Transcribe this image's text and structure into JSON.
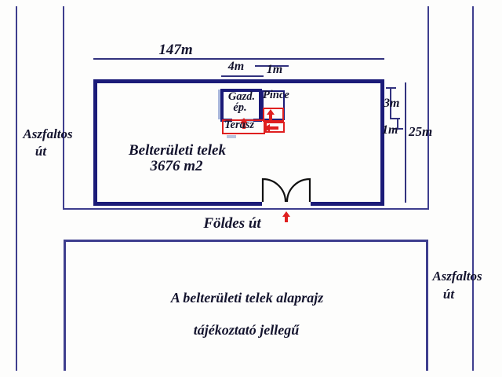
{
  "diagram": {
    "dimensions": {
      "top_width": "147m",
      "building_width": "4m",
      "building_gap": "1m",
      "right_upper": "3m",
      "right_lower": "1m",
      "plot_depth": "25m"
    },
    "plot": {
      "name": "Belterületi telek",
      "area": "3676 m2"
    },
    "buildings": {
      "gazd_line1": "Gazd.",
      "gazd_line2": "ép.",
      "pince": "Pince",
      "terasz": "Terasz"
    },
    "roads": {
      "left_line1": "Aszfaltos",
      "left_line2": "út",
      "right_line1": "Aszfaltos",
      "right_line2": "út",
      "bottom": "Földes út"
    },
    "note": {
      "line1": "A belterületi telek alaprajz",
      "line2": "tájékoztató jellegű"
    },
    "colors": {
      "plot_border": "#1b1b78",
      "road_line": "#3e3e8e",
      "annotation_red": "#df1f1f",
      "text": "#14142e",
      "light_blue": "#a9b7dc",
      "gate_black": "#111111",
      "background": "#fdfdfc"
    },
    "icons": {
      "gate": "double-swing-gate",
      "red_arrows": "entrance-direction-arrows"
    }
  }
}
